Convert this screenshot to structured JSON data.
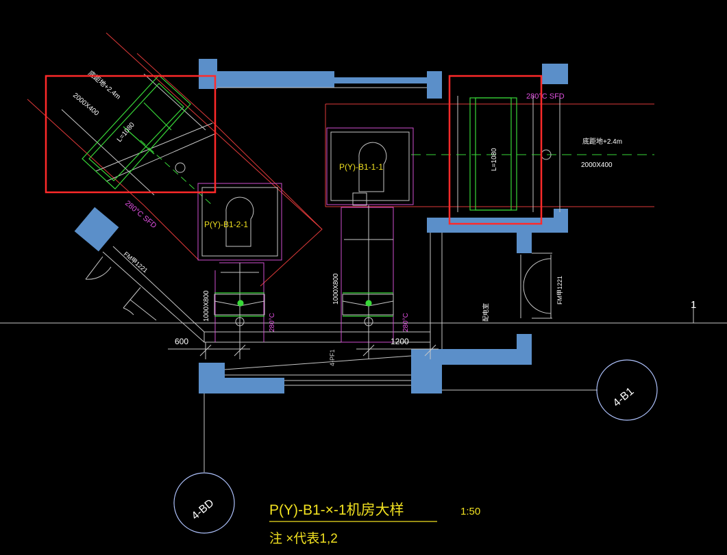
{
  "colors": {
    "background": "#000000",
    "wall": "#5b8fc9",
    "duct_outline": "#e03a3a",
    "equipment": "#d04fd0",
    "damper": "#38d838",
    "lines": "#c8c8c8",
    "dim_text": "#ffffff",
    "label_magenta": "#e050e0",
    "title_yellow": "#f0e020",
    "highlight_box": "#ff2a2a",
    "axis_circle": "#b0c4ff"
  },
  "labels": {
    "duct_elev_left": "底距地+2.4m",
    "duct_size_left": "2000X400",
    "duct_len_left": "L=1080",
    "duct_elev_right": "底距地+2.4m",
    "duct_size_right": "2000X400",
    "duct_len_right": "L=1080",
    "fire_damper_left": "280°C SFD",
    "fire_damper_right": "280°C SFD",
    "fan_b1_1": "P(Y)-B1-1-1",
    "fan_b1_2": "P(Y)-B1-2-1",
    "duct_size_mid_left": "1000X800",
    "duct_size_mid_right": "1000X800",
    "temp_left": "280°C",
    "temp_right": "280°C",
    "door_left": "FM甲1221",
    "door_right": "FM甲1221",
    "room_label": "配电室",
    "dim_600": "600",
    "dim_1200": "1200",
    "shaft_label": "4-PF1",
    "grid_4b1": "4-B1",
    "grid_4bd": "4-BD",
    "grid_1": "1",
    "title": "P(Y)-B1-×-1机房大样",
    "scale": "1:50",
    "note": "注 ×代表1,2"
  }
}
